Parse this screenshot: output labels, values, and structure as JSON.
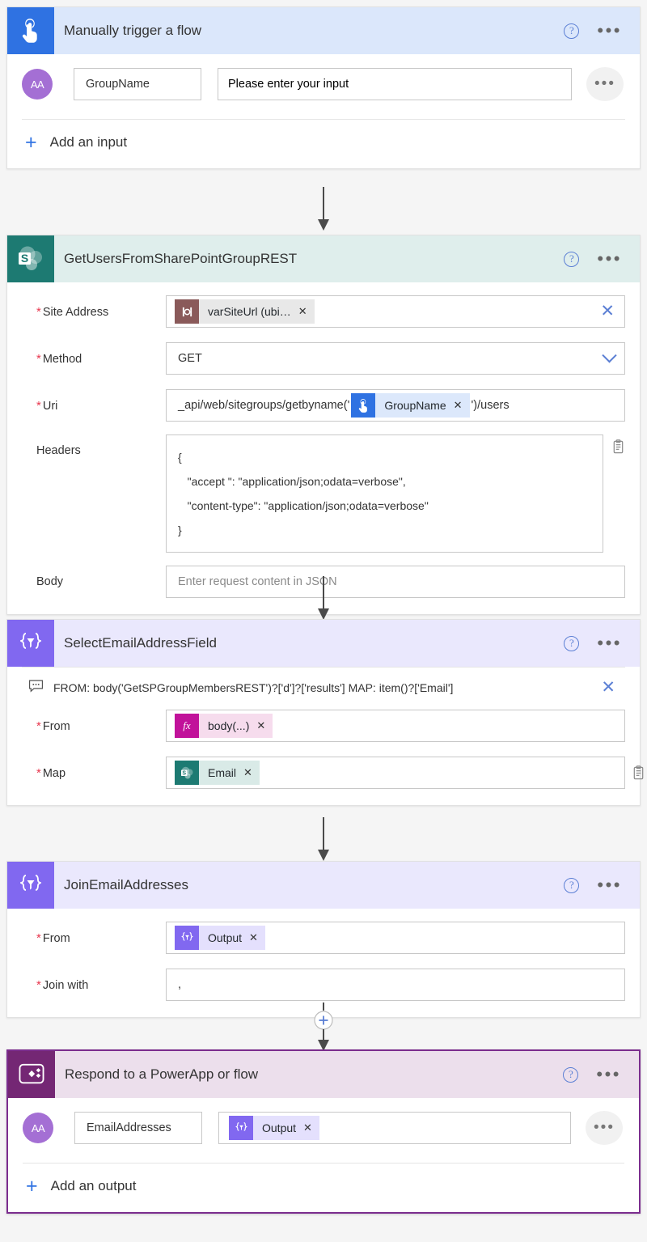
{
  "flow": {
    "cards": [
      {
        "id": "trigger",
        "title": "Manually trigger a flow",
        "icon": "tap-hand-icon",
        "help_label": "?",
        "menu_label": "•••",
        "input": {
          "avatar_label": "AA",
          "name": "GroupName",
          "placeholder": "Please enter your input",
          "menu_label": "•••"
        },
        "add_label": "Add an input",
        "add_plus": "+"
      },
      {
        "id": "sharepoint",
        "title": "GetUsersFromSharePointGroupREST",
        "icon": "sharepoint-icon",
        "fields": {
          "site_address_label": "Site Address",
          "site_address_token": "varSiteUrl (ubi…",
          "method_label": "Method",
          "method_value": "GET",
          "uri_label": "Uri",
          "uri_prefix": "_api/web/sitegroups/getbyname('",
          "uri_token": "GroupName",
          "uri_suffix": "')/users",
          "headers_label": "Headers",
          "headers_value": "{\n   \"accept \": \"application/json;odata=verbose\",\n   \"content-type\": \"application/json;odata=verbose\"\n}",
          "body_label": "Body",
          "body_placeholder": "Enter request content in JSON"
        }
      },
      {
        "id": "select",
        "title": "SelectEmailAddressField",
        "icon": "data-operation-icon",
        "summary": "FROM: body('GetSPGroupMembersREST')?['d']?['results'] MAP: item()?['Email']",
        "fields": {
          "from_label": "From",
          "from_token": "body(...)",
          "from_token_icon": "fx",
          "map_label": "Map",
          "map_token": "Email"
        }
      },
      {
        "id": "join",
        "title": "JoinEmailAddresses",
        "icon": "data-operation-icon",
        "fields": {
          "from_label": "From",
          "from_token": "Output",
          "join_label": "Join with",
          "join_value": ","
        }
      },
      {
        "id": "respond",
        "title": "Respond to a PowerApp or flow",
        "icon": "powerapps-icon",
        "output": {
          "avatar_label": "AA",
          "name": "EmailAddresses",
          "token": "Output",
          "menu_label": "•••"
        },
        "add_label": "Add an output",
        "add_plus": "+"
      }
    ],
    "insert_button_label": "+",
    "colors": {
      "trigger_header": "#dbe7fb",
      "trigger_tile": "#2f72e2",
      "sharepoint_header": "#dfeeec",
      "sharepoint_tile": "#1d7a72",
      "select_header": "#eae8fd",
      "select_tile": "#8168f0",
      "respond_header": "#ecdfec",
      "respond_tile": "#742774",
      "selection_border": "#7b2d8e",
      "required_asterisk": "#e8384f",
      "link_blue": "#2f72e2"
    }
  }
}
